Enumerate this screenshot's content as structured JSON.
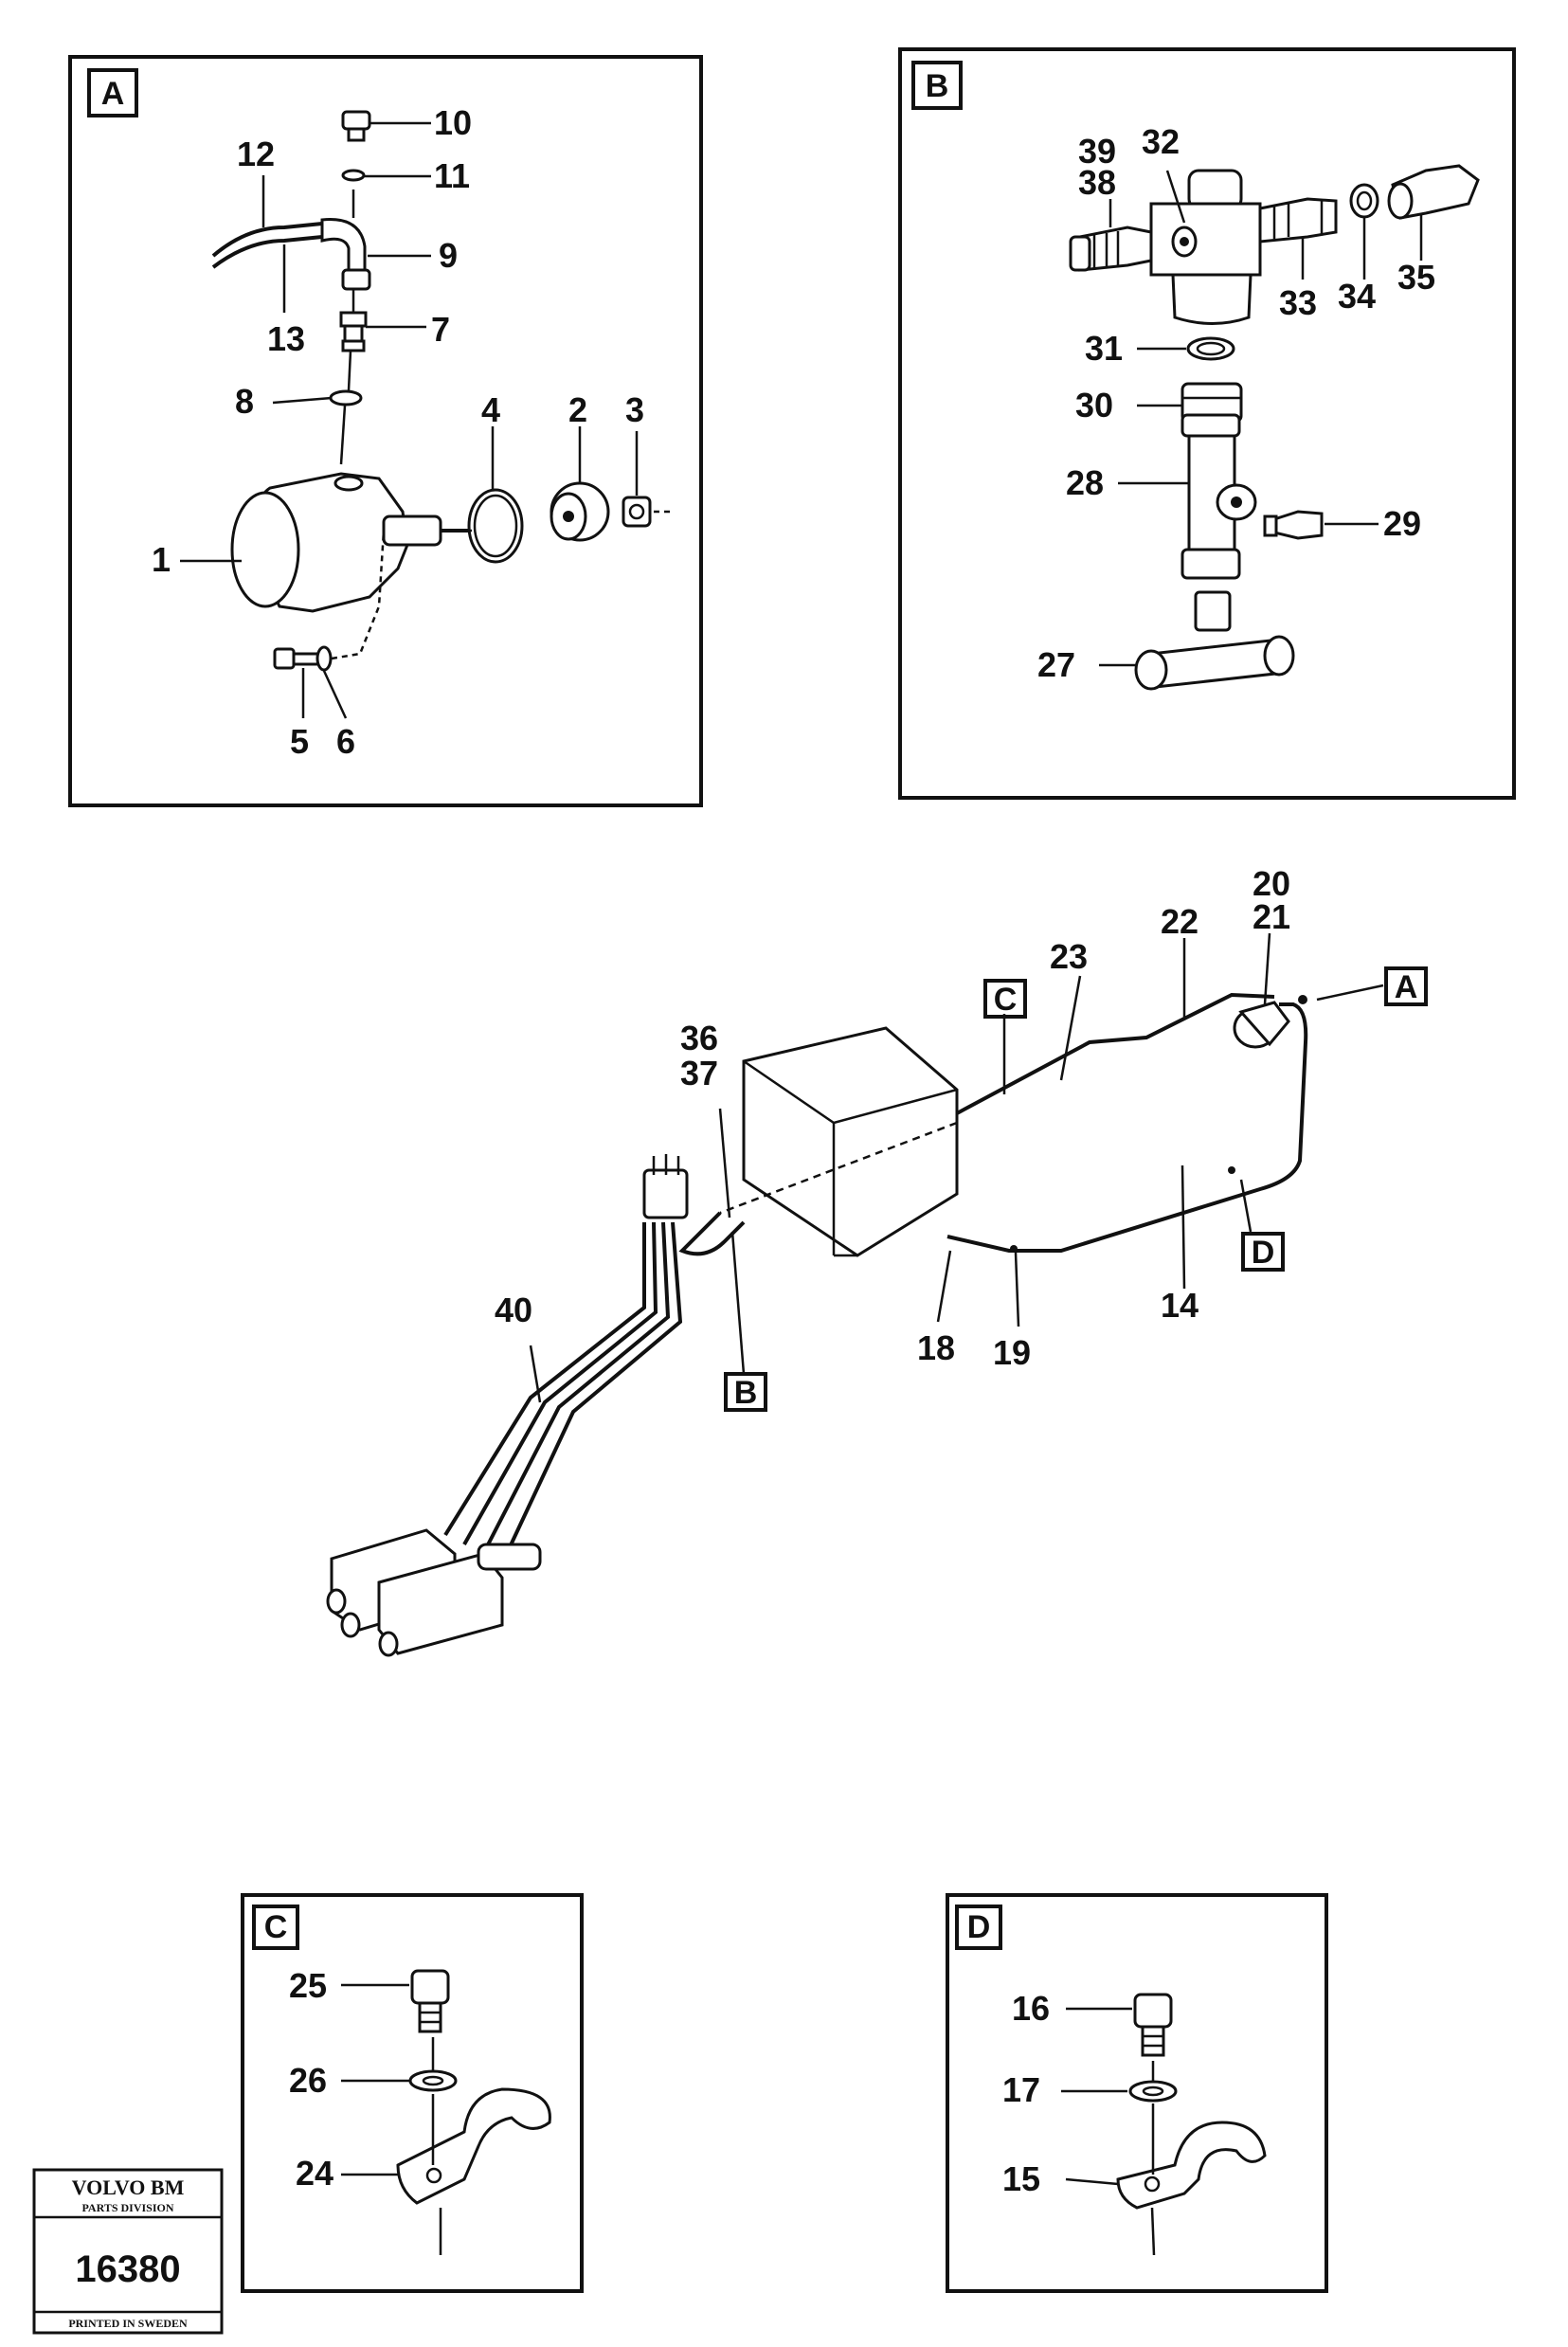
{
  "panels": {
    "A": {
      "label": "A",
      "callouts": {
        "n1": "1",
        "n2": "2",
        "n3": "3",
        "n4": "4",
        "n5": "5",
        "n6": "6",
        "n7": "7",
        "n8": "8",
        "n9": "9",
        "n10": "10",
        "n11": "11",
        "n12": "12",
        "n13": "13"
      }
    },
    "B": {
      "label": "B",
      "callouts": {
        "n27": "27",
        "n28": "28",
        "n29": "29",
        "n30": "30",
        "n31": "31",
        "n32": "32",
        "n33": "33",
        "n34": "34",
        "n35": "35",
        "n38": "38",
        "n39": "39"
      }
    },
    "C": {
      "label": "C",
      "callouts": {
        "n24": "24",
        "n25": "25",
        "n26": "26"
      }
    },
    "D": {
      "label": "D",
      "callouts": {
        "n15": "15",
        "n16": "16",
        "n17": "17"
      }
    }
  },
  "main": {
    "callouts": {
      "n14": "14",
      "n18": "18",
      "n19": "19",
      "n20": "20",
      "n21": "21",
      "n22": "22",
      "n23": "23",
      "n36": "36",
      "n37": "37",
      "n40": "40"
    },
    "refs": {
      "A": "A",
      "B": "B",
      "C": "C",
      "D": "D"
    }
  },
  "stamp": {
    "brand": "VOLVO BM",
    "division": "PARTS DIVISION",
    "number": "16380",
    "footer": "PRINTED IN SWEDEN"
  }
}
